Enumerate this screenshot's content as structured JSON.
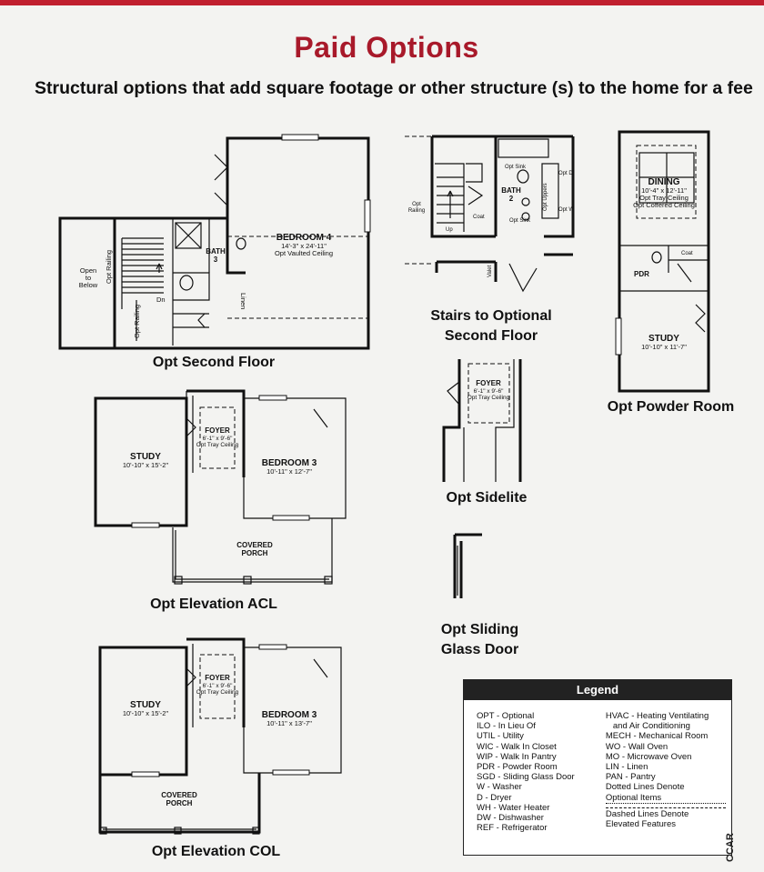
{
  "header": {
    "title": "Paid Options",
    "subtitle": "Structural options that add square footage or other structure (s) to the home for a fee"
  },
  "plans": {
    "second_floor": {
      "caption": "Opt Second Floor",
      "bedroom4": "BEDROOM 4",
      "bedroom4_dim": "14'-3\" x 24'-11\"",
      "bedroom4_note": "Opt Vaulted Ceiling",
      "bath3": "BATH",
      "bath3_num": "3",
      "open_below_1": "Open",
      "open_below_2": "to",
      "open_below_3": "Below",
      "opt_railing_1": "Opt Railing",
      "opt_railing_2": "Opt Railing",
      "dn": "Dn",
      "linen": "Linen"
    },
    "stairs": {
      "caption_1": "Stairs to Optional",
      "caption_2": "Second Floor",
      "bath2": "BATH",
      "bath2_num": "2",
      "opt_railing_a": "Opt",
      "opt_railing_b": "Railing",
      "up": "Up",
      "coat": "Coat",
      "opt_sink_1": "Opt Sink",
      "opt_sink_2": "Opt Sink",
      "opt_upper_cab": "Opt Uppers",
      "opt_d": "Opt D",
      "opt_w": "Opt W",
      "valet": "Valet"
    },
    "powder_room": {
      "caption": "Opt Powder Room",
      "dining": "DINING",
      "dining_dim": "10'-4\" x 12'-11\"",
      "dining_note_1": "Opt Tray Ceiling",
      "dining_note_2": "Opt Coffered Ceiling",
      "pdr": "PDR",
      "coat": "Coat",
      "study": "STUDY",
      "study_dim": "10'-10\" x 11'-7\""
    },
    "elevation_acl": {
      "caption": "Opt Elevation ACL",
      "study": "STUDY",
      "study_dim": "10'-10\" x 15'-2\"",
      "foyer": "FOYER",
      "foyer_dim": "6'-1\" x 9'-6\"",
      "foyer_note": "Opt Tray Ceiling",
      "bedroom3": "BEDROOM 3",
      "bedroom3_dim": "10'-11\" x 12'-7\"",
      "porch_1": "COVERED",
      "porch_2": "PORCH"
    },
    "sidelite": {
      "caption": "Opt Sidelite",
      "foyer": "FOYER",
      "foyer_dim": "6'-1\" x 9'-6\"",
      "foyer_note": "Opt Tray Ceiling"
    },
    "sliding_door": {
      "caption_1": "Opt Sliding",
      "caption_2": "Glass Door"
    },
    "elevation_col": {
      "caption": "Opt Elevation COL",
      "study": "STUDY",
      "study_dim": "10'-10\" x 15'-2\"",
      "foyer": "FOYER",
      "foyer_dim": "6'-1\" x 9'-6\"",
      "foyer_note": "Opt Tray Ceiling",
      "bedroom3": "BEDROOM 3",
      "bedroom3_dim": "10'-11\" x 13'-7\"",
      "porch_1": "COVERED",
      "porch_2": "PORCH"
    }
  },
  "legend": {
    "title": "Legend",
    "left": [
      "OPT - Optional",
      "ILO - In Lieu Of",
      "UTIL - Utility",
      "WIC - Walk In Closet",
      "WIP - Walk In Pantry",
      "PDR - Powder Room",
      "SGD - Sliding Glass Door",
      "W - Washer",
      "D - Dryer",
      "WH - Water Heater",
      "DW - Dishwasher",
      "REF - Refrigerator"
    ],
    "right": [
      "HVAC - Heating Ventilating",
      "and Air Conditioning",
      "MECH - Mechanical Room",
      "WO - Wall Oven",
      "MO - Microwave Oven",
      "LIN - Linen",
      "PAN - Pantry"
    ],
    "dotted_1": "Dotted Lines Denote",
    "dotted_2": "Optional Items",
    "dashed_1": "Dashed Lines Denote",
    "dashed_2": "Elevated Features"
  },
  "watermark": "CCAR"
}
